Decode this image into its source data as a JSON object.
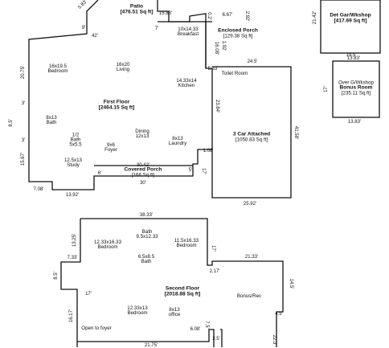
{
  "first_floor": {
    "title": "First Floor",
    "area": "[2464.15 Sq ft]",
    "rooms": {
      "patio": {
        "name": "Patio",
        "area": "[476.51 Sq ft]"
      },
      "breakfast": {
        "size": "10x14.33",
        "name": "Breakfast"
      },
      "enclosed_porch": {
        "name": "Enclosed Porch",
        "area": "[129.38 Sq ft]"
      },
      "bedroom": {
        "size": "16x19.5",
        "name": "Bedroom"
      },
      "living": {
        "size": "16x20",
        "name": "Living"
      },
      "kitchen": {
        "size": "14.33x14",
        "name": "Kitchen"
      },
      "toilet": {
        "name": "Toilet Room"
      },
      "bath": {
        "size": "8x13",
        "name": "Bath"
      },
      "half_bath": {
        "size": "1/2",
        "name": "Bath",
        "dims": "5x5.5"
      },
      "foyer": {
        "size": "9x6",
        "name": "Foyer"
      },
      "dining": {
        "name": "Dining",
        "size": "12x13"
      },
      "laundry": {
        "size": "8x13",
        "name": "Laundry"
      },
      "study": {
        "size": "12.5x13",
        "name": "Study"
      },
      "covered_porch": {
        "name": "Covered Porch",
        "area": "[166 Sq ft]"
      },
      "garage": {
        "name": "3 Car Attached",
        "area": "[1050.83 Sq ft]"
      }
    },
    "dims": {
      "d1": "5.83'",
      "d2": "15.83'",
      "d3": "6.67'",
      "d4": "0.2'",
      "d5": "2.92'",
      "d6": "9'",
      "d7": "42'",
      "d8": "7'",
      "d9": "16.08'",
      "d10": "1.92'",
      "d11": "24.5'",
      "d12": "20.75'",
      "d13": "5.33'",
      "d14": "3'",
      "d15": "8.5'",
      "d16": "3'",
      "d17": "15.67'",
      "d18": "23.84'",
      "d19": "41.58'",
      "d20": "1.08'",
      "d21": "30.42'",
      "d22": "5'",
      "d23": "6'",
      "d24": "17'",
      "d25": "30'",
      "d26": "7.08'",
      "d27": "13.92'",
      "d28": "25.92'"
    }
  },
  "det_garage": {
    "title": "Det Gar/Wkshop",
    "area": "[417.69 Sq ft]",
    "dims": {
      "left": "21.42'",
      "bottom": "19.5'"
    }
  },
  "bonus_room": {
    "line1": "Over G/Wkshop",
    "line2": "Bonus Room",
    "area": "[235.11 Sq ft]",
    "dims": {
      "top": "13.83'",
      "left": "17'",
      "bottom": "13.83'"
    }
  },
  "second_floor": {
    "title": "Second Floor",
    "area": "[2018.88 Sq ft]",
    "rooms": {
      "bath_top": {
        "name": "Bath",
        "size": "9.5x12.33"
      },
      "bedroom_left": {
        "size": "12.33x16.33",
        "name": "Bedroom"
      },
      "bedroom_right": {
        "size": "11.5x16.33",
        "name": "Bedroom"
      },
      "bath_mid": {
        "size": "6.5x8.5",
        "name": "Bath"
      },
      "bonus_rec": {
        "name": "Bonus/Rec"
      },
      "bedroom_low": {
        "size": "12.33x13",
        "name": "Bedroom"
      },
      "office": {
        "size": "8x13",
        "name": "office"
      },
      "open_foyer": {
        "name": "Open to foyer"
      }
    },
    "dims": {
      "top": "38.33'",
      "left_top": "13.25'",
      "d733": "7.33'",
      "d85": "8.5'",
      "d17a": "17'",
      "d1617": "16.17'",
      "bottom": "21.75'",
      "d17b": "17'",
      "d217": "2.17'",
      "d2133": "21.33'",
      "d145": "14.5'",
      "d45": "4.5'",
      "d608": "6.08'",
      "d75": "7.5'",
      "d25": "2.5'",
      "d223": "22.3'"
    }
  }
}
